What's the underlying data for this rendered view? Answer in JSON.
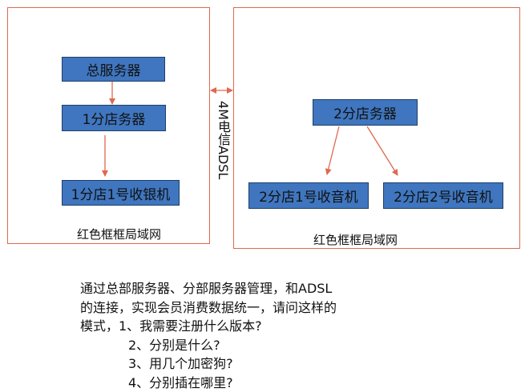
{
  "diagram": {
    "lan_label_left": "红色框框局域网",
    "lan_label_right": "红色框框局域网",
    "link_label": [
      "4M",
      "电信ADSL"
    ],
    "nodes": {
      "main_server": "总服务器",
      "branch1_server": "1分店务器",
      "branch1_cashier": "1分店1号收银机",
      "branch2_server": "2分店务器",
      "branch2_cashier1": "2分店1号收音机",
      "branch2_cashier2": "2分店2号收音机"
    },
    "colors": {
      "node_fill": "#3f76bf",
      "frame_and_arrow": "#e0684f"
    }
  },
  "question": {
    "lines": [
      "通过总部服务器、分部服务器管理，和ADSL",
      "的连接，实现会员消费数据统一，请问这样的",
      "模式，1、我需要注册什么版本?"
    ],
    "indented_lines": [
      "2、分别是什么?",
      "3、用几个加密狗?",
      "4、分别插在哪里?"
    ]
  }
}
